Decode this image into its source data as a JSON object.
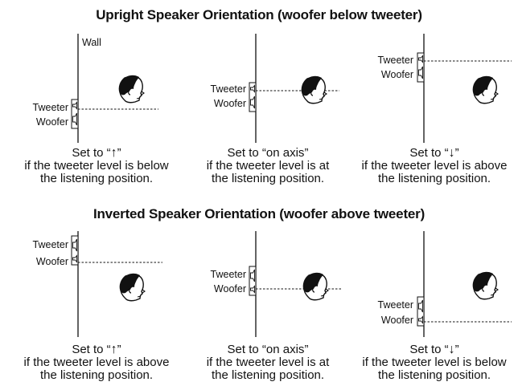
{
  "sections": {
    "upright": {
      "title": "Upright Speaker Orientation (woofer below tweeter)",
      "wall_label": "Wall",
      "panels": [
        {
          "tweeter": "Tweeter",
          "woofer": "Woofer",
          "set_prefix": "Set to “",
          "setting": "↑",
          "set_suffix": "”",
          "condition": "if the tweeter level is below",
          "condition2": "the listening position."
        },
        {
          "tweeter": "Tweeter",
          "woofer": "Woofer",
          "set_prefix": "Set to “",
          "setting": "on axis",
          "set_suffix": "”",
          "condition": "if the tweeter level is at",
          "condition2": "the listening position."
        },
        {
          "tweeter": "Tweeter",
          "woofer": "Woofer",
          "set_prefix": "Set to “",
          "setting": "↓",
          "set_suffix": "”",
          "condition": "if the tweeter level is above",
          "condition2": "the listening position."
        }
      ]
    },
    "inverted": {
      "title": "Inverted Speaker Orientation (woofer above tweeter)",
      "panels": [
        {
          "tweeter": "Tweeter",
          "woofer": "Woofer",
          "set_prefix": "Set to “",
          "setting": "↑",
          "set_suffix": "”",
          "condition": "if the tweeter level is above",
          "condition2": "the listening position."
        },
        {
          "tweeter": "Tweeter",
          "woofer": "Woofer",
          "set_prefix": "Set to “",
          "setting": "on axis",
          "set_suffix": "”",
          "condition": "if the tweeter level is at",
          "condition2": "the listening position."
        },
        {
          "tweeter": "Tweeter",
          "woofer": "Woofer",
          "set_prefix": "Set to “",
          "setting": "↓",
          "set_suffix": "”",
          "condition": "if the tweeter level is below",
          "condition2": "the listening position."
        }
      ]
    }
  }
}
